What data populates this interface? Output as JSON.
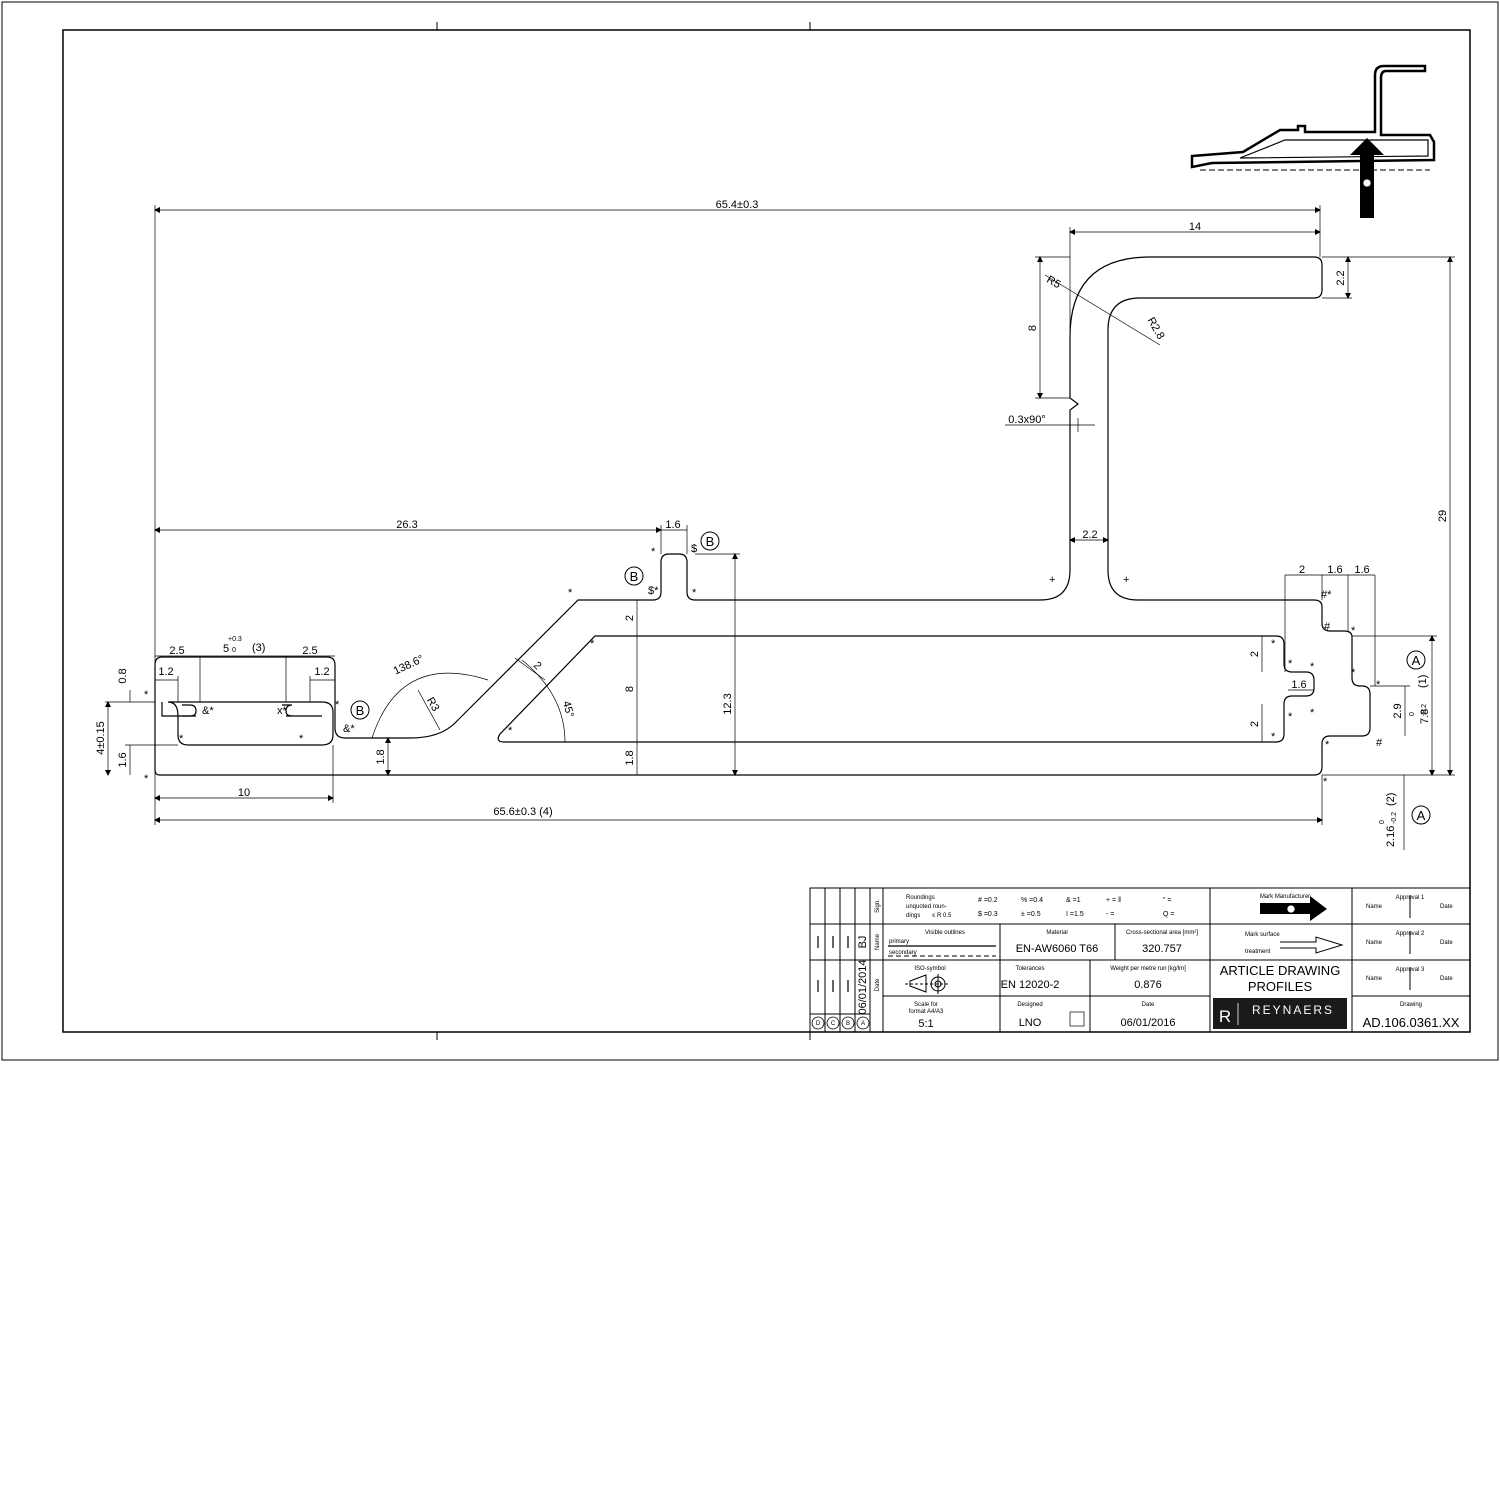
{
  "dims": {
    "overall_top": "65.4±0.3",
    "overall_bottom": "65.6±0.3 (4)",
    "leg_top_width": "14",
    "leg_top_thickness": "2.2",
    "height_total": "29",
    "radius_outer": "R5",
    "radius_inner": "R2.8",
    "leg_height_8": "8",
    "chamfer": "0.3x90°",
    "web_thickness": "2.2",
    "left_length": "26.3",
    "rib_width": "1.6",
    "slot_left": "2.5",
    "slot_mid": "5",
    "slot_mid_tol": "+0.3",
    "slot_mid_tol_low": "0",
    "slot_mid_note": "(3)",
    "slot_right": "2.5",
    "edge_left": "1.2",
    "edge_right": "1.2",
    "gap_08": "0.8",
    "height_4": "4±0.15",
    "height_16_left": "1.6",
    "width_10": "10",
    "angle_1386": "138.6°",
    "radius_r3": "R3",
    "wall_2": "2",
    "angle_45": "45°",
    "v_18_a": "1.8",
    "v_2_a": "2",
    "v_8": "8",
    "v_18_b": "1.8",
    "v_123": "12.3",
    "r_2_top": "2",
    "r_16_a": "1.6",
    "r_16_b": "1.6",
    "r_2_a": "2",
    "r_16_mid": "1.6",
    "r_2_b": "2",
    "r_29": "2.9",
    "r_78": "7.8",
    "r_78_tol_up": "0",
    "r_78_tol_low": "-0.2",
    "r_78_note": "(1)",
    "r_216": "2.16",
    "r_216_tol_up": "0",
    "r_216_tol_low": "-0.2",
    "r_216_note": "(2)",
    "datum_a": "A",
    "datum_b": "B"
  },
  "symbols": {
    "star": "*",
    "plus": "+",
    "hash": "#",
    "dollar": "$",
    "percent": "%",
    "ampersand": "&",
    "ampersand_star": "&*",
    "hash_star": "#*",
    "dollar_star": "$*",
    "x_star": "x*"
  },
  "title_block": {
    "sign_label": "Sign.",
    "name_label": "Name",
    "date_label": "Date",
    "revision_signer": "BJ",
    "revision_date": "06/01/2014",
    "revision_marks": [
      "D",
      "C",
      "B",
      "A"
    ],
    "roundings_title": "Roundings",
    "roundings_sub1": "unquoted roun-",
    "roundings_sub2": "dings",
    "roundings_le": "≤ R 0.5",
    "round_1": "# =0.2",
    "round_2": "% =0.4",
    "round_3": "& =1",
    "round_4": "+ = ‖",
    "round_5": "\" =",
    "round_6": "$ =0.3",
    "round_7": "± =0.5",
    "round_8": "I =1.5",
    "round_9": "- =",
    "round_10": "Q =",
    "visible_outlines": "Visible outlines",
    "primary": "primary",
    "secondary": "secondary",
    "material_label": "Material",
    "material": "EN-AW6060 T66",
    "area_label": "Cross-sectional area [mm²]",
    "area": "320.757",
    "iso_label": "ISO-symbol",
    "tolerances_label": "Tolerances",
    "tolerances": "EN 12020-2",
    "weight_label": "Weight per metre run [kg/lm]",
    "weight": "0.876",
    "article_line1": "ARTICLE DRAWING",
    "article_line2": "PROFILES",
    "scale_label1": "Scale for",
    "scale_label2": "format A4/A3",
    "scale": "5:1",
    "designed_label": "Designed",
    "designed": "LNO",
    "date_label2": "Date",
    "date": "06/01/2016",
    "mark_manufacturer": "Mark Manufacturer",
    "mark_surface": "Mark surface",
    "treatment": "treatment",
    "approval1": "Approval 1",
    "approval2": "Approval 2",
    "approval3": "Approval 3",
    "drawing_label": "Drawing",
    "drawing_number": "AD.106.0361.XX",
    "brand": "REYNAERS",
    "brand_letter": "R"
  },
  "colors": {
    "line": "#000000",
    "paper": "#ffffff",
    "logo_bg": "#1a1a1a"
  }
}
